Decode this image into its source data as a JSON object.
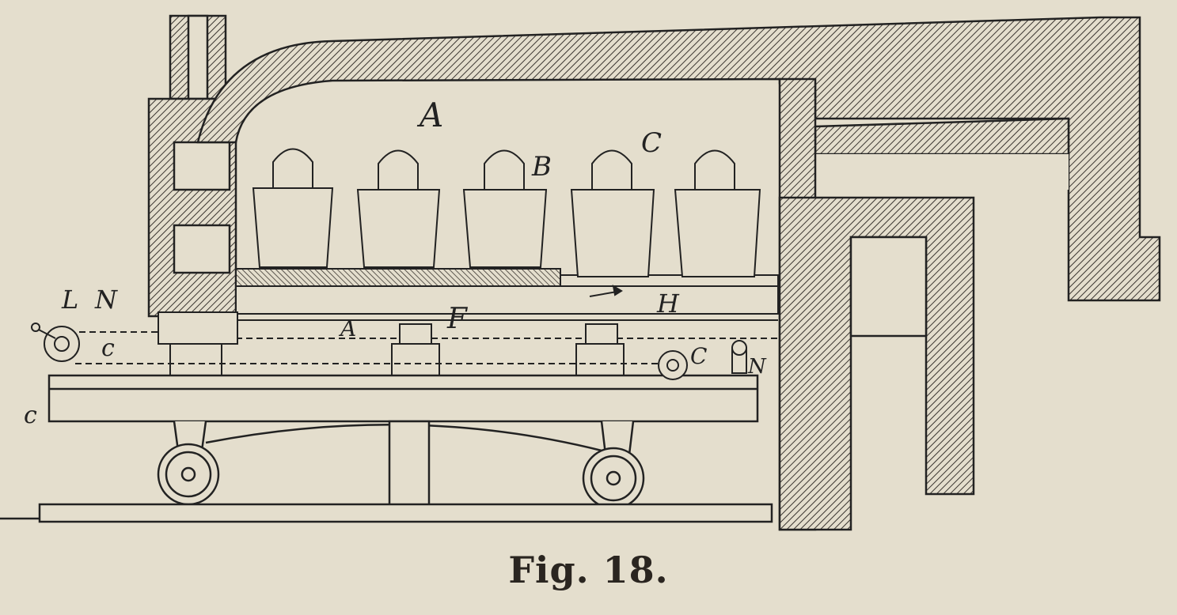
{
  "caption": "Fig. 18.",
  "labels": {
    "chamber": "A",
    "crucible_b": "B",
    "crucible_c": "C",
    "left_l": "L",
    "left_n": "N",
    "left_c_upper": "c",
    "left_c_lower": "c",
    "bar_f": "F",
    "bar_a": "A",
    "arrow_h": "H",
    "right_c": "C",
    "right_n": "N"
  },
  "colors": {
    "paper": "#e4decd",
    "ink": "#222222",
    "hatch": "#3a3530"
  }
}
